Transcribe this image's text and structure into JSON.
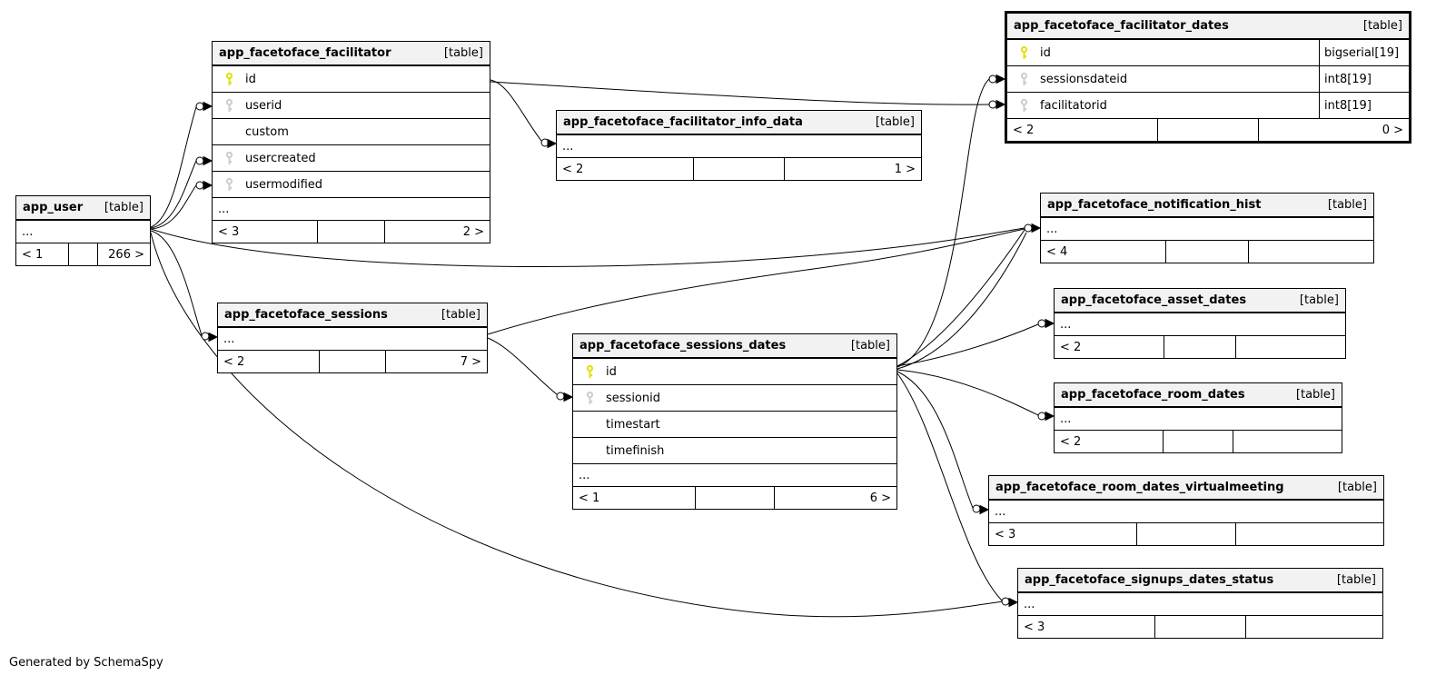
{
  "footer_note": "Generated by SchemaSpy",
  "colors": {
    "primary_key": "#e0e000",
    "foreign_key": "#cccccc",
    "header_bg": "#f2f2f2",
    "border": "#000000",
    "background": "#ffffff"
  },
  "tables": {
    "app_user": {
      "name": "app_user",
      "badge": "[table]",
      "rows": [
        {
          "key": "",
          "name": "...",
          "type": ""
        }
      ],
      "footer": {
        "left": "< 1",
        "mid": "",
        "right": "266 >"
      }
    },
    "app_facetoface_facilitator": {
      "name": "app_facetoface_facilitator",
      "badge": "[table]",
      "rows": [
        {
          "key": "pk",
          "name": "id",
          "type": ""
        },
        {
          "key": "fk",
          "name": "userid",
          "type": ""
        },
        {
          "key": "",
          "name": "custom",
          "type": ""
        },
        {
          "key": "fk",
          "name": "usercreated",
          "type": ""
        },
        {
          "key": "fk",
          "name": "usermodified",
          "type": ""
        },
        {
          "key": "",
          "name": "...",
          "type": ""
        }
      ],
      "footer": {
        "left": "< 3",
        "mid": "",
        "right": "2 >"
      }
    },
    "app_facetoface_facilitator_info_data": {
      "name": "app_facetoface_facilitator_info_data",
      "badge": "[table]",
      "rows": [
        {
          "key": "",
          "name": "...",
          "type": ""
        }
      ],
      "footer": {
        "left": "< 2",
        "mid": "",
        "right": "1 >"
      }
    },
    "app_facetoface_facilitator_dates": {
      "name": "app_facetoface_facilitator_dates",
      "badge": "[table]",
      "rows": [
        {
          "key": "pk",
          "name": "id",
          "type": "bigserial[19]"
        },
        {
          "key": "fk",
          "name": "sessionsdateid",
          "type": "int8[19]"
        },
        {
          "key": "fk",
          "name": "facilitatorid",
          "type": "int8[19]"
        }
      ],
      "footer": {
        "left": "< 2",
        "mid": "",
        "right": "0 >"
      }
    },
    "app_facetoface_notification_hist": {
      "name": "app_facetoface_notification_hist",
      "badge": "[table]",
      "rows": [
        {
          "key": "",
          "name": "...",
          "type": ""
        }
      ],
      "footer": {
        "left": "< 4",
        "mid": "",
        "right": ""
      }
    },
    "app_facetoface_sessions": {
      "name": "app_facetoface_sessions",
      "badge": "[table]",
      "rows": [
        {
          "key": "",
          "name": "...",
          "type": ""
        }
      ],
      "footer": {
        "left": "< 2",
        "mid": "",
        "right": "7 >"
      }
    },
    "app_facetoface_sessions_dates": {
      "name": "app_facetoface_sessions_dates",
      "badge": "[table]",
      "rows": [
        {
          "key": "pk",
          "name": "id",
          "type": ""
        },
        {
          "key": "fk",
          "name": "sessionid",
          "type": ""
        },
        {
          "key": "",
          "name": "timestart",
          "type": ""
        },
        {
          "key": "",
          "name": "timefinish",
          "type": ""
        },
        {
          "key": "",
          "name": "...",
          "type": ""
        }
      ],
      "footer": {
        "left": "< 1",
        "mid": "",
        "right": "6 >"
      }
    },
    "app_facetoface_asset_dates": {
      "name": "app_facetoface_asset_dates",
      "badge": "[table]",
      "rows": [
        {
          "key": "",
          "name": "...",
          "type": ""
        }
      ],
      "footer": {
        "left": "< 2",
        "mid": "",
        "right": ""
      }
    },
    "app_facetoface_room_dates": {
      "name": "app_facetoface_room_dates",
      "badge": "[table]",
      "rows": [
        {
          "key": "",
          "name": "...",
          "type": ""
        }
      ],
      "footer": {
        "left": "< 2",
        "mid": "",
        "right": ""
      }
    },
    "app_facetoface_room_dates_virtualmeeting": {
      "name": "app_facetoface_room_dates_virtualmeeting",
      "badge": "[table]",
      "rows": [
        {
          "key": "",
          "name": "...",
          "type": ""
        }
      ],
      "footer": {
        "left": "< 3",
        "mid": "",
        "right": ""
      }
    },
    "app_facetoface_signups_dates_status": {
      "name": "app_facetoface_signups_dates_status",
      "badge": "[table]",
      "rows": [
        {
          "key": "",
          "name": "...",
          "type": ""
        }
      ],
      "footer": {
        "left": "< 3",
        "mid": "",
        "right": ""
      }
    }
  },
  "relationships": [
    {
      "from": "app_user",
      "to": "app_facetoface_facilitator.userid"
    },
    {
      "from": "app_user",
      "to": "app_facetoface_facilitator.usercreated"
    },
    {
      "from": "app_user",
      "to": "app_facetoface_facilitator.usermodified"
    },
    {
      "from": "app_user",
      "to": "app_facetoface_sessions"
    },
    {
      "from": "app_user",
      "to": "app_facetoface_notification_hist"
    },
    {
      "from": "app_user",
      "to": "app_facetoface_signups_dates_status"
    },
    {
      "from": "app_facetoface_facilitator.id",
      "to": "app_facetoface_facilitator_info_data"
    },
    {
      "from": "app_facetoface_facilitator.id",
      "to": "app_facetoface_facilitator_dates.facilitatorid"
    },
    {
      "from": "app_facetoface_sessions.id",
      "to": "app_facetoface_sessions_dates.sessionid"
    },
    {
      "from": "app_facetoface_sessions.id",
      "to": "app_facetoface_notification_hist"
    },
    {
      "from": "app_facetoface_sessions_dates.id",
      "to": "app_facetoface_facilitator_dates.sessionsdateid"
    },
    {
      "from": "app_facetoface_sessions_dates.id",
      "to": "app_facetoface_notification_hist"
    },
    {
      "from": "app_facetoface_sessions_dates.id",
      "to": "app_facetoface_asset_dates"
    },
    {
      "from": "app_facetoface_sessions_dates.id",
      "to": "app_facetoface_room_dates"
    },
    {
      "from": "app_facetoface_sessions_dates.id",
      "to": "app_facetoface_room_dates_virtualmeeting"
    },
    {
      "from": "app_facetoface_sessions_dates.id",
      "to": "app_facetoface_signups_dates_status"
    }
  ]
}
